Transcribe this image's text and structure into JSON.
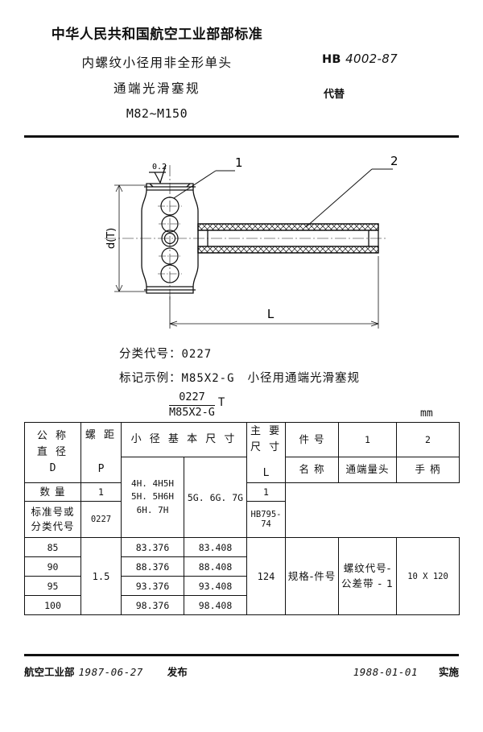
{
  "header": {
    "ministry": "中华人民共和国航空工业部部标准",
    "title_line1": "内螺纹小径用非全形单头",
    "title_line2": "通端光滑塞规",
    "size_range": "M82~M150",
    "standard_prefix": "HB",
    "standard_number": "4002-87",
    "replace_label": "代替"
  },
  "drawing": {
    "surface_finish": "0.2",
    "callout_1": "1",
    "callout_2": "2",
    "dim_vertical": "d(T)",
    "dim_length": "L"
  },
  "notes": {
    "classification_label": "分类代号：",
    "classification_value": "0227",
    "marking_label": "标记示例：",
    "marking_value": "M85X2-G",
    "marking_desc": "小径用通端光滑塞规",
    "fraction_numerator": "0227",
    "fraction_denominator": "M85X2-G",
    "fraction_suffix": "T"
  },
  "table": {
    "unit": "mm",
    "col_nominal_diameter": "公 称",
    "col_nominal_diameter2": "直 径",
    "col_nominal_symbol": "D",
    "col_pitch": "螺 距",
    "col_pitch_symbol": "P",
    "col_minor_basic": "小 径 基 本 尺 寸",
    "col_tol_a_line1": "4H. 4H5H",
    "col_tol_a_line2": "5H. 5H6H",
    "col_tol_a_line3": "6H. 7H",
    "col_tol_b": "5G. 6G. 7G",
    "col_main_dim1": "主 要",
    "col_main_dim2": "尺 寸",
    "col_main_dim_symbol": "L",
    "parts_rows": [
      {
        "label": "件 号",
        "v1": "1",
        "v2": "2"
      },
      {
        "label": "名 称",
        "v1": "通端量头",
        "v2": "手 柄"
      },
      {
        "label": "数 量",
        "v1": "1",
        "v2": "1"
      }
    ],
    "std_label_line1": "标准号或",
    "std_label_line2": "分类代号",
    "std_v1": "0227",
    "std_v2": "HB795-74",
    "spec_label": "规格-件号",
    "spec_v1_line1": "螺纹代号-",
    "spec_v1_line2": "公差带 - 1",
    "spec_v2": "10 X 120",
    "pitch_value": "1.5",
    "length_value": "124",
    "rows": [
      {
        "d": "85",
        "tol_a": "83.376",
        "tol_b": "83.408"
      },
      {
        "d": "90",
        "tol_a": "88.376",
        "tol_b": "88.408"
      },
      {
        "d": "95",
        "tol_a": "93.376",
        "tol_b": "93.408"
      },
      {
        "d": "100",
        "tol_a": "98.376",
        "tol_b": "98.408"
      }
    ]
  },
  "footer": {
    "issuer": "航空工业部",
    "issue_date": "1987-06-27",
    "issue_action": "发布",
    "effective_date": "1988-01-01",
    "effective_action": "实施"
  }
}
